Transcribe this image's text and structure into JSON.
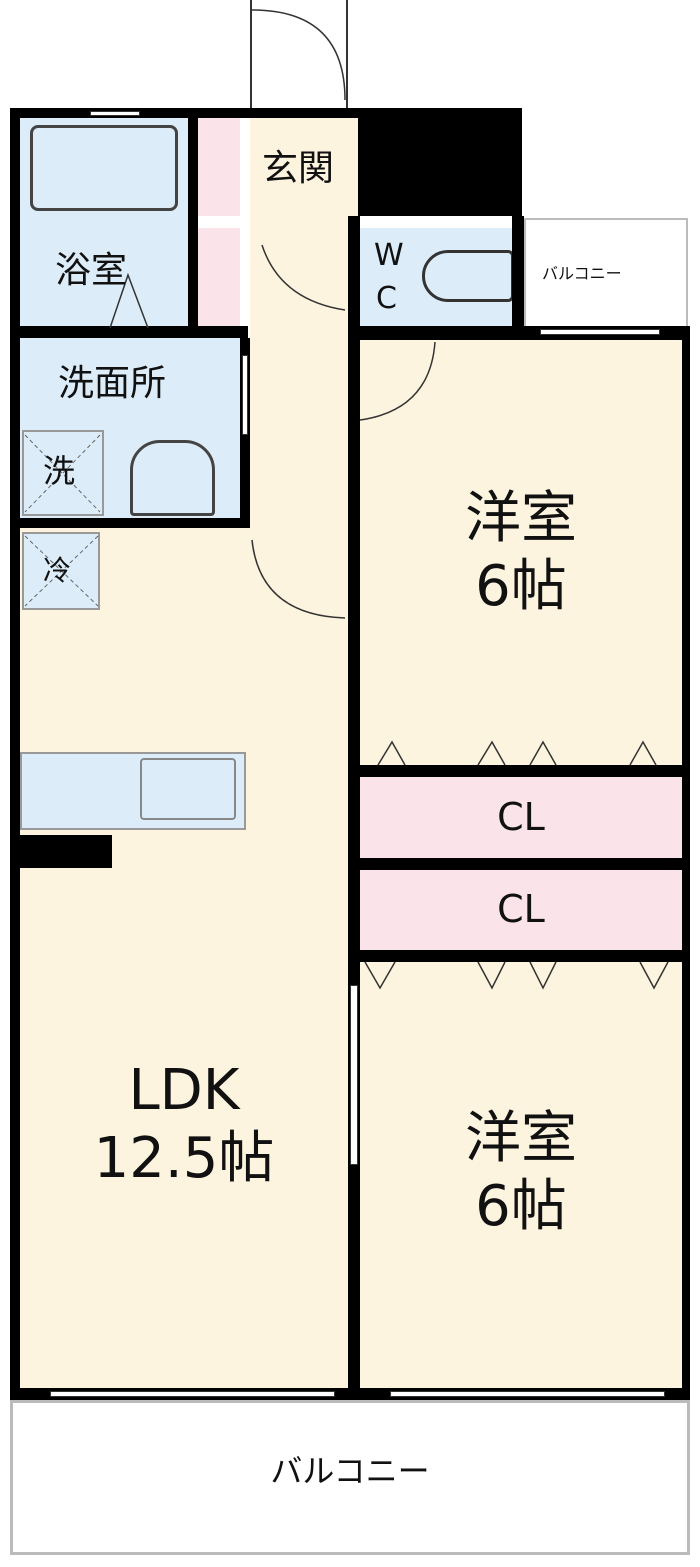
{
  "rooms": {
    "entrance": "玄関",
    "bathroom": "浴室",
    "washroom": "洗面所",
    "washer": "洗",
    "fridge": "冷",
    "toilet_w": "W",
    "toilet_c": "C",
    "small_balcony": "バルコニー",
    "western_room_1": {
      "name": "洋室",
      "size": "6帖"
    },
    "closet_1": "CL",
    "closet_2": "CL",
    "western_room_2": {
      "name": "洋室",
      "size": "6帖"
    },
    "ldk": {
      "name": "LDK",
      "size": "12.5帖"
    },
    "balcony": "バルコニー"
  },
  "colors": {
    "floor": "#fdf4df",
    "wet_area": "#dcedf9",
    "closet": "#fbe3ea",
    "wall": "#000000"
  }
}
